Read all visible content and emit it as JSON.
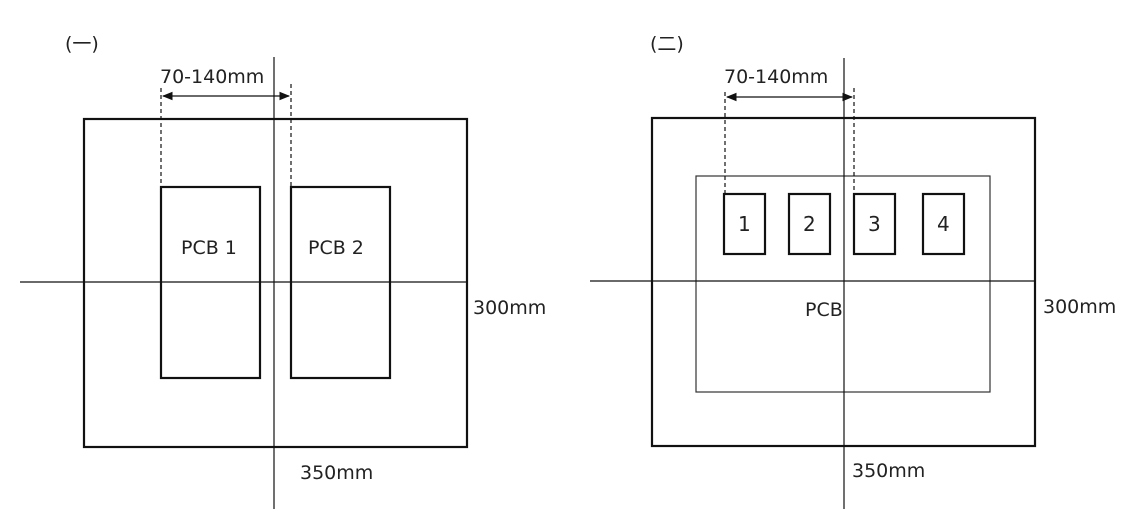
{
  "diagram_1": {
    "heading": "(一)",
    "dimension_label": "70-140mm",
    "board_labels": [
      "PCB 1",
      "PCB 2"
    ],
    "height_label": "300mm",
    "width_label": "350mm"
  },
  "diagram_2": {
    "heading": "(二)",
    "dimension_label": "70-140mm",
    "panel_label": "PCB",
    "cell_labels": [
      "1",
      "2",
      "3",
      "4"
    ],
    "height_label": "300mm",
    "width_label": "350mm"
  },
  "colors": {
    "line": "#111111",
    "text": "#222222",
    "background": "#ffffff"
  }
}
